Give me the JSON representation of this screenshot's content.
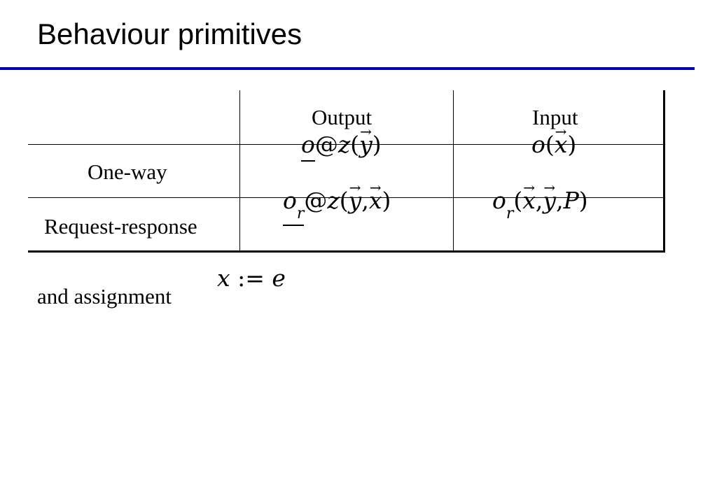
{
  "slide": {
    "title": "Behaviour primitives"
  },
  "table": {
    "col_headers": [
      "Output",
      "Input"
    ],
    "row_headers": [
      "One-way",
      "Request-response"
    ],
    "cells": {
      "oneway_output": {
        "o": "o",
        "at": "@",
        "z": "z",
        "open": "(",
        "y": "y",
        "close": ")"
      },
      "oneway_input": {
        "o": "o",
        "open": "(",
        "x": "x",
        "close": ")"
      },
      "rr_output": {
        "o": "o",
        "r": "r",
        "at": "@",
        "z": "z",
        "open": "(",
        "y": "y",
        "comma": ",",
        "x": "x",
        "close": ")"
      },
      "rr_input": {
        "o": "o",
        "r": "r",
        "open": "(",
        "x": "x",
        "comma1": ",",
        "y": "y",
        "comma2": ",",
        "p": "P",
        "close": ")"
      }
    }
  },
  "assignment": {
    "label": "and assignment",
    "x": "x",
    "op": ":=",
    "e": "e"
  }
}
